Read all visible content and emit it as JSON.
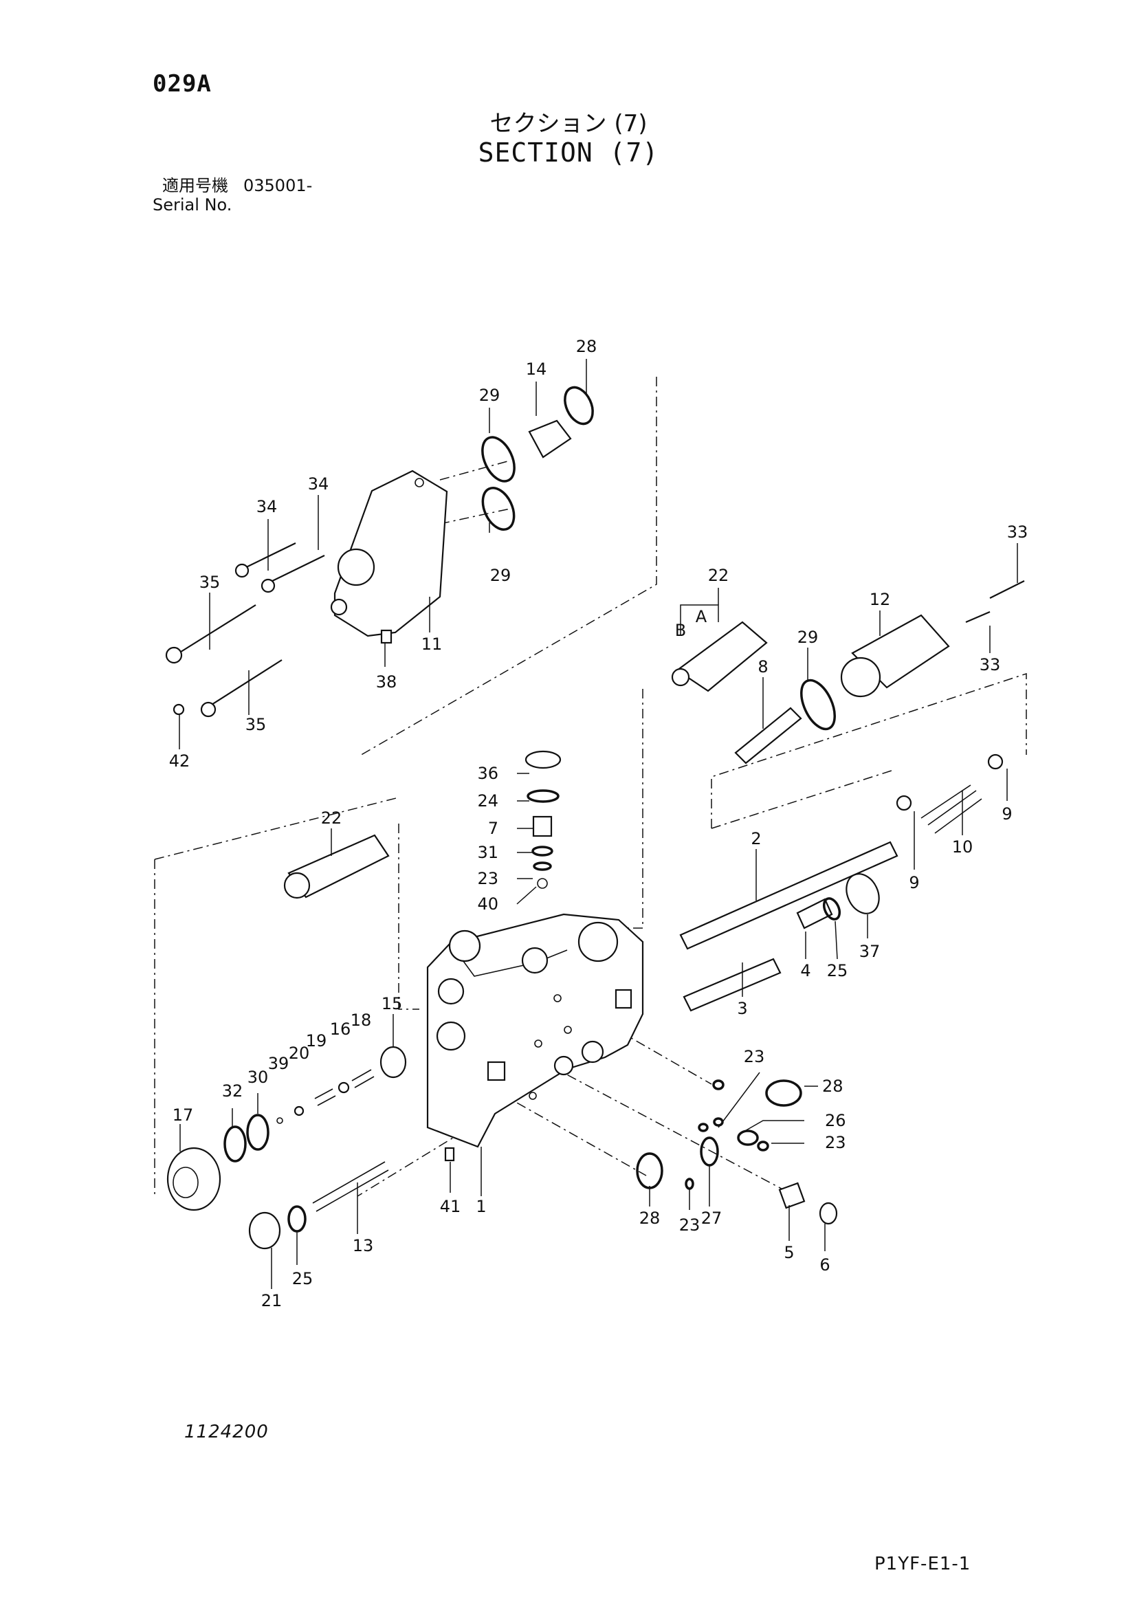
{
  "header": {
    "page_code": "029A",
    "title_jp": "セクション (7)",
    "title_en": "SECTION (7)",
    "serial_label_jp": "適用号機",
    "serial_value": "035001-",
    "serial_label_en": "Serial No."
  },
  "footer": {
    "drawing_number": "1124200",
    "sheet_ref": "P1YF-E1-1"
  },
  "callouts": {
    "c28a": "28",
    "c14": "14",
    "c29a": "29",
    "c29b": "29",
    "c34a": "34",
    "c34b": "34",
    "c35a": "35",
    "c35b": "35",
    "c11": "11",
    "c38": "38",
    "c42": "42",
    "c22a": "22",
    "cB": "B",
    "cA": "A",
    "c29c": "29",
    "c8": "8",
    "c12": "12",
    "c33a": "33",
    "c33b": "33",
    "c36": "36",
    "c24": "24",
    "c7": "7",
    "c31": "31",
    "c23a": "23",
    "c40": "40",
    "c22b": "22",
    "c2": "2",
    "c9a": "9",
    "c9b": "9",
    "c10": "10",
    "c4": "4",
    "c25a": "25",
    "c37": "37",
    "c3": "3",
    "c15": "15",
    "c18": "18",
    "c16": "16",
    "c19": "19",
    "c20": "20",
    "c39": "39",
    "c30": "30",
    "c32": "32",
    "c17": "17",
    "c23b": "23",
    "c28b": "28",
    "c26": "26",
    "c23c": "23",
    "c28c": "28",
    "c27": "27",
    "c23d": "23",
    "c5": "5",
    "c6": "6",
    "c41": "41",
    "c1": "1",
    "c13": "13",
    "c21": "21",
    "c25b": "25"
  }
}
